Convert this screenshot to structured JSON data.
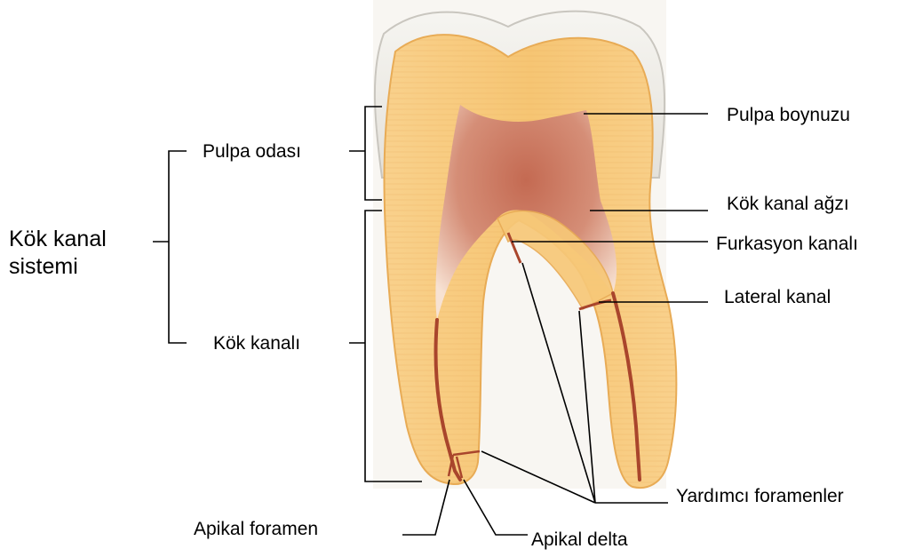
{
  "labels": {
    "pulp_chamber": "Pulpa odası",
    "root_canal_system_line1": "Kök kanal",
    "root_canal_system_line2": "sistemi",
    "root_canal": "Kök kanalı",
    "apical_foramen": "Apikal foramen",
    "apical_delta": "Apikal delta",
    "pulp_horn": "Pulpa boynuzu",
    "canal_orifice": "Kök kanal ağzı",
    "furcation_canal": "Furkasyon kanalı",
    "lateral_canal": "Lateral kanal",
    "accessory_foramina": "Yardımcı foramenler"
  },
  "colors": {
    "enamel": "#ecebe6",
    "enamel_edge": "#c9c6bf",
    "dentin": "#f7c878",
    "dentin_edge": "#e8ab55",
    "pulp_dark": "#b75a44",
    "pulp_light": "#f3d7c4",
    "canal": "#a9452c"
  }
}
